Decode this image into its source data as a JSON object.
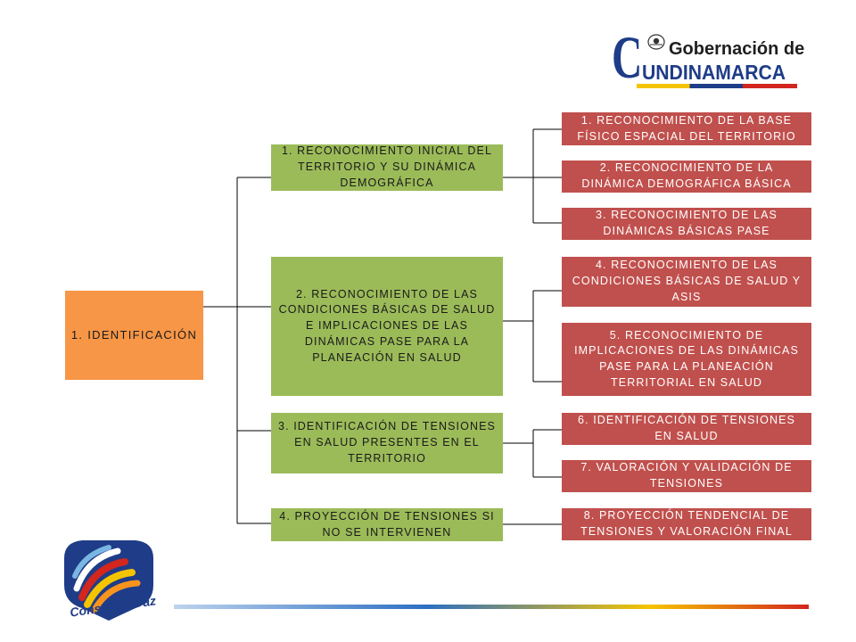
{
  "logo": {
    "letter": "C",
    "line1": "Gobernación de",
    "line2": "UNDINAMARCA",
    "colors": {
      "blue": "#1f3c88",
      "yellow": "#f5c400",
      "red": "#d2261e"
    }
  },
  "root": {
    "label": "1. IDENTIFICACIÓN",
    "color": "#f79646"
  },
  "level1": [
    {
      "label": "1. RECONOCIMIENTO INICIAL DEL TERRITORIO Y SU DINÁMICA DEMOGRÁFICA"
    },
    {
      "label": "2. RECONOCIMIENTO DE LAS CONDICIONES BÁSICAS DE SALUD E IMPLICACIONES DE LAS DINÁMICAS PASE PARA LA PLANEACIÓN EN SALUD"
    },
    {
      "label": "3. IDENTIFICACIÓN DE TENSIONES EN SALUD PRESENTES EN EL TERRITORIO"
    },
    {
      "label": "4. PROYECCIÓN DE TENSIONES SI NO SE INTERVIENEN"
    }
  ],
  "level2": [
    {
      "label": "1. RECONOCIMIENTO  DE LA BASE FÍSICO ESPACIAL DEL TERRITORIO"
    },
    {
      "label": "2. RECONOCIMIENTO DE LA DINÁMICA DEMOGRÁFICA BÁSICA"
    },
    {
      "label": "3. RECONOCIMIENTO DE LAS DINÁMICAS BÁSICAS PASE"
    },
    {
      "label": "4. RECONOCIMIENTO DE LAS CONDICIONES BÁSICAS DE SALUD Y ASIS"
    },
    {
      "label": "5. RECONOCIMIENTO DE IMPLICACIONES DE LAS DINÁMICAS PASE PARA LA PLANEACIÓN TERRITORIAL EN SALUD"
    },
    {
      "label": "6. IDENTIFICACIÓN DE TENSIONES EN SALUD"
    },
    {
      "label": "7. VALORACIÓN Y VALIDACIÓN DE TENSIONES"
    },
    {
      "label": "8. PROYECCIÓN TENDENCIAL DE TENSIONES Y VALORACIÓN FINAL"
    }
  ],
  "colors": {
    "level1": "#9bbb59",
    "level2": "#c0504d",
    "connector": "#000000"
  },
  "bottom_logo": {
    "text": "Construye Paz"
  }
}
